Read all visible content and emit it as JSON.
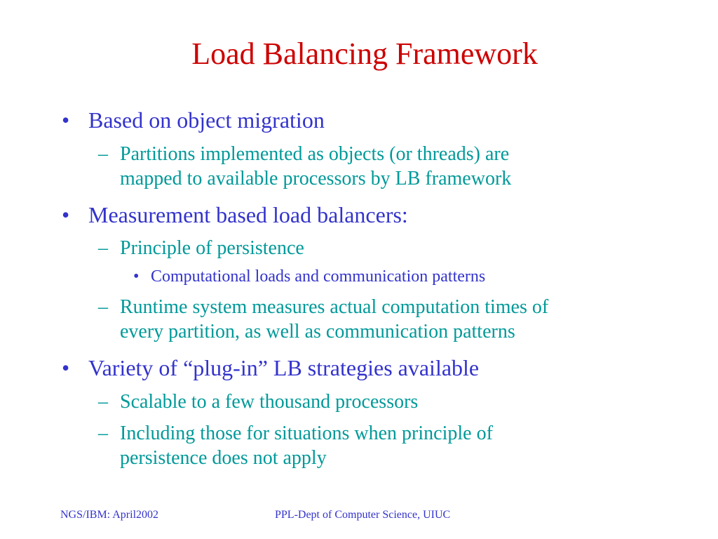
{
  "slide": {
    "title": "Load Balancing Framework",
    "bullets": [
      {
        "text": "Based on object migration",
        "marker": "•",
        "sub": [
          {
            "marker": "–",
            "lines": [
              "Partitions implemented as objects (or threads) are",
              "mapped to available processors by LB framework"
            ]
          }
        ]
      },
      {
        "text": "Measurement based load balancers:",
        "marker": "•",
        "sub": [
          {
            "marker": "–",
            "lines": [
              "Principle of persistence"
            ],
            "sub": [
              {
                "marker": "•",
                "text": "Computational loads and communication patterns"
              }
            ]
          },
          {
            "marker": "–",
            "lines": [
              "Runtime system measures actual computation times of",
              "every partition, as well as communication patterns"
            ]
          }
        ]
      },
      {
        "text": "Variety of “plug-in” LB strategies available",
        "marker": "•",
        "sub": [
          {
            "marker": "–",
            "lines": [
              "Scalable to a few thousand processors"
            ]
          },
          {
            "marker": "–",
            "lines": [
              "Including those for situations when principle of",
              "persistence does not apply"
            ]
          }
        ]
      }
    ]
  },
  "footer": {
    "left": "NGS/IBM: April2002",
    "center": "PPL-Dept of Computer Science, UIUC"
  }
}
